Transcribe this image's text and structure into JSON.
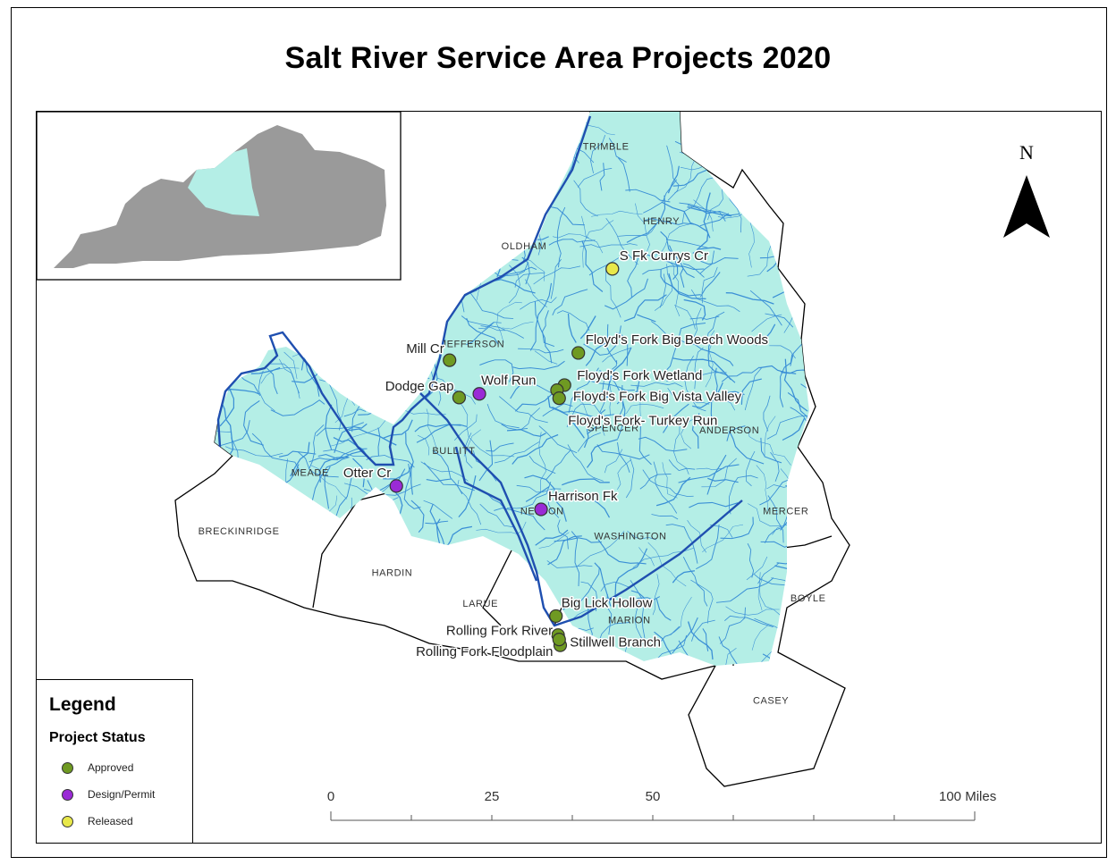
{
  "title": "Salt River Service Area Projects 2020",
  "north_label": "N",
  "colors": {
    "basin": "#b4eee6",
    "stream": "#3a8fd6",
    "main_river": "#1f4fb0",
    "inset_gray": "#9a9a9a",
    "inset_highlight": "#b4eee6",
    "approved": "#6f9a22",
    "design_permit": "#9a2ad6",
    "released": "#e8e84a"
  },
  "counties": [
    {
      "name": "TRIMBLE",
      "lon": 0.535,
      "lat": 0.052
    },
    {
      "name": "HENRY",
      "lon": 0.587,
      "lat": 0.154
    },
    {
      "name": "OLDHAM",
      "lon": 0.458,
      "lat": 0.188
    },
    {
      "name": "JEFFERSON",
      "lon": 0.41,
      "lat": 0.322
    },
    {
      "name": "SPENCER",
      "lon": 0.542,
      "lat": 0.437
    },
    {
      "name": "ANDERSON",
      "lon": 0.651,
      "lat": 0.44
    },
    {
      "name": "BULLITT",
      "lon": 0.392,
      "lat": 0.468
    },
    {
      "name": "MEADE",
      "lon": 0.257,
      "lat": 0.498
    },
    {
      "name": "NELSON",
      "lon": 0.475,
      "lat": 0.551
    },
    {
      "name": "MERCER",
      "lon": 0.704,
      "lat": 0.551
    },
    {
      "name": "BRECKINRIDGE",
      "lon": 0.19,
      "lat": 0.578
    },
    {
      "name": "WASHINGTON",
      "lon": 0.558,
      "lat": 0.585
    },
    {
      "name": "HARDIN",
      "lon": 0.334,
      "lat": 0.635
    },
    {
      "name": "LARUE",
      "lon": 0.417,
      "lat": 0.677
    },
    {
      "name": "BOYLE",
      "lon": 0.725,
      "lat": 0.67
    },
    {
      "name": "MARION",
      "lon": 0.557,
      "lat": 0.7
    },
    {
      "name": "CASEY",
      "lon": 0.69,
      "lat": 0.81
    }
  ],
  "projects": [
    {
      "name": "S Fk Currys Cr",
      "status": "Released",
      "lon": 0.541,
      "lat": 0.215,
      "label_dx": 8,
      "label_dy": -10,
      "anchor": "start"
    },
    {
      "name": "Mill Cr",
      "status": "Approved",
      "lon": 0.388,
      "lat": 0.34,
      "label_dx": -6,
      "label_dy": -8,
      "anchor": "end"
    },
    {
      "name": "Floyd's Fork Big Beech Woods",
      "status": "Approved",
      "lon": 0.509,
      "lat": 0.33,
      "label_dx": 8,
      "label_dy": -10,
      "anchor": "start"
    },
    {
      "name": "Floyd's Fork Wetland",
      "status": "Approved",
      "lon": 0.496,
      "lat": 0.374,
      "label_dx": 14,
      "label_dy": -6,
      "anchor": "start"
    },
    {
      "name": "Floyd's Fork Big Vista Valley",
      "status": "Approved",
      "lon": 0.489,
      "lat": 0.381,
      "label_dx": 18,
      "label_dy": 12,
      "anchor": "start"
    },
    {
      "name": "Floyd's Fork- Turkey Run",
      "status": "Approved",
      "lon": 0.491,
      "lat": 0.392,
      "label_dx": 10,
      "label_dy": 30,
      "anchor": "start"
    },
    {
      "name": "Dodge Gap",
      "status": "Approved",
      "lon": 0.397,
      "lat": 0.391,
      "label_dx": -6,
      "label_dy": -8,
      "anchor": "end"
    },
    {
      "name": "Wolf Run",
      "status": "Design/Permit",
      "lon": 0.416,
      "lat": 0.386,
      "label_dx": 2,
      "label_dy": -10,
      "anchor": "start"
    },
    {
      "name": "Otter Cr",
      "status": "Design/Permit",
      "lon": 0.338,
      "lat": 0.512,
      "label_dx": -6,
      "label_dy": -10,
      "anchor": "end"
    },
    {
      "name": "Harrison Fk",
      "status": "Design/Permit",
      "lon": 0.474,
      "lat": 0.544,
      "label_dx": 8,
      "label_dy": -10,
      "anchor": "start"
    },
    {
      "name": "Big Lick Hollow",
      "status": "Approved",
      "lon": 0.488,
      "lat": 0.69,
      "label_dx": 6,
      "label_dy": -10,
      "anchor": "start"
    },
    {
      "name": "Rolling Fork River",
      "status": "Approved",
      "lon": 0.49,
      "lat": 0.716,
      "label_dx": -6,
      "label_dy": 0,
      "anchor": "end"
    },
    {
      "name": "Rolling Fork Floodplain",
      "status": "Approved",
      "lon": 0.492,
      "lat": 0.73,
      "label_dx": -8,
      "label_dy": 12,
      "anchor": "end"
    },
    {
      "name": "Stillwell Branch",
      "status": "Approved",
      "lon": 0.491,
      "lat": 0.722,
      "label_dx": 12,
      "label_dy": 8,
      "anchor": "start"
    }
  ],
  "legend": {
    "title": "Legend",
    "subtitle": "Project Status",
    "items": [
      {
        "label": "Approved",
        "status": "Approved"
      },
      {
        "label": "Design/Permit",
        "status": "Design/Permit"
      },
      {
        "label": "Released",
        "status": "Released"
      }
    ]
  },
  "scale_bar": {
    "ticks": [
      {
        "label": "0",
        "value": 0
      },
      {
        "label": "25",
        "value": 25
      },
      {
        "label": "50",
        "value": 50
      },
      {
        "label": "100 Miles",
        "value": 100
      }
    ],
    "minor_divisions": 8,
    "max": 100
  }
}
